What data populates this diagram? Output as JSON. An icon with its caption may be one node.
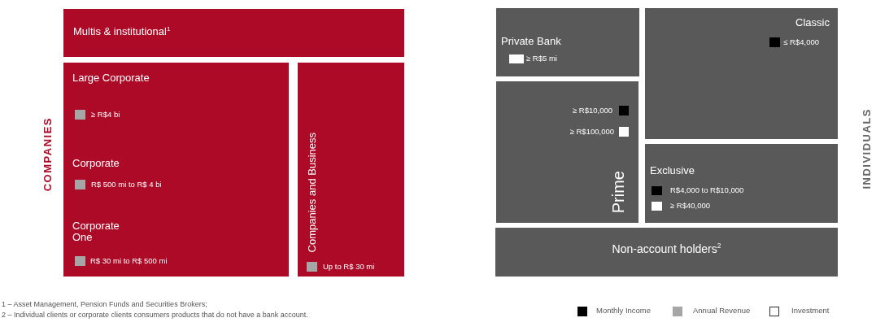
{
  "diagram": {
    "nodes": [
      {
        "text": [
          "Multis & institutional$^{1}$"
        ]
      },
      {
        "text": [
          "Large Corporate",
          "≥ R$4 bi",
          "Corporate",
          "R$ 500 mi to R$ 4 bi",
          "Corporate One",
          "R$ 30 mi to R$ 500 mi"
        ]
      },
      {
        "text": [
          "Companies and Business",
          "Up to R$ 30 mi"
        ]
      },
      {
        "text": [
          "Private Bank",
          "≥ R$5 mi"
        ]
      },
      {
        "text": [
          "Classic",
          "≤ R$4,000"
        ]
      },
      {
        "text": [
          "≥ R$10,000",
          "≥ R$100,000",
          "Prime"
        ]
      },
      {
        "text": [
          "Exclusive",
          "R$4,000 to R$10,000",
          "≥ R$40,000"
        ]
      },
      {
        "text": [
          "Non-account holders$^{2}$"
        ]
      }
    ],
    "labels": [
      "COMPANIES",
      "INDIVIDUALS",
      "1 – Asset Management, Pension Funds and Securities Brokers;",
      "2 – Individual clients or corporate clients consumers products that do not have a bank account."
    ],
    "legend": [
      {
        "text": "Monthly Income",
        "color": "#000000"
      },
      {
        "text": "Annual Revenue",
        "color": "#a6a6a6"
      },
      {
        "text": "Investment",
        "color": "#ffffff"
      }
    ]
  }
}
